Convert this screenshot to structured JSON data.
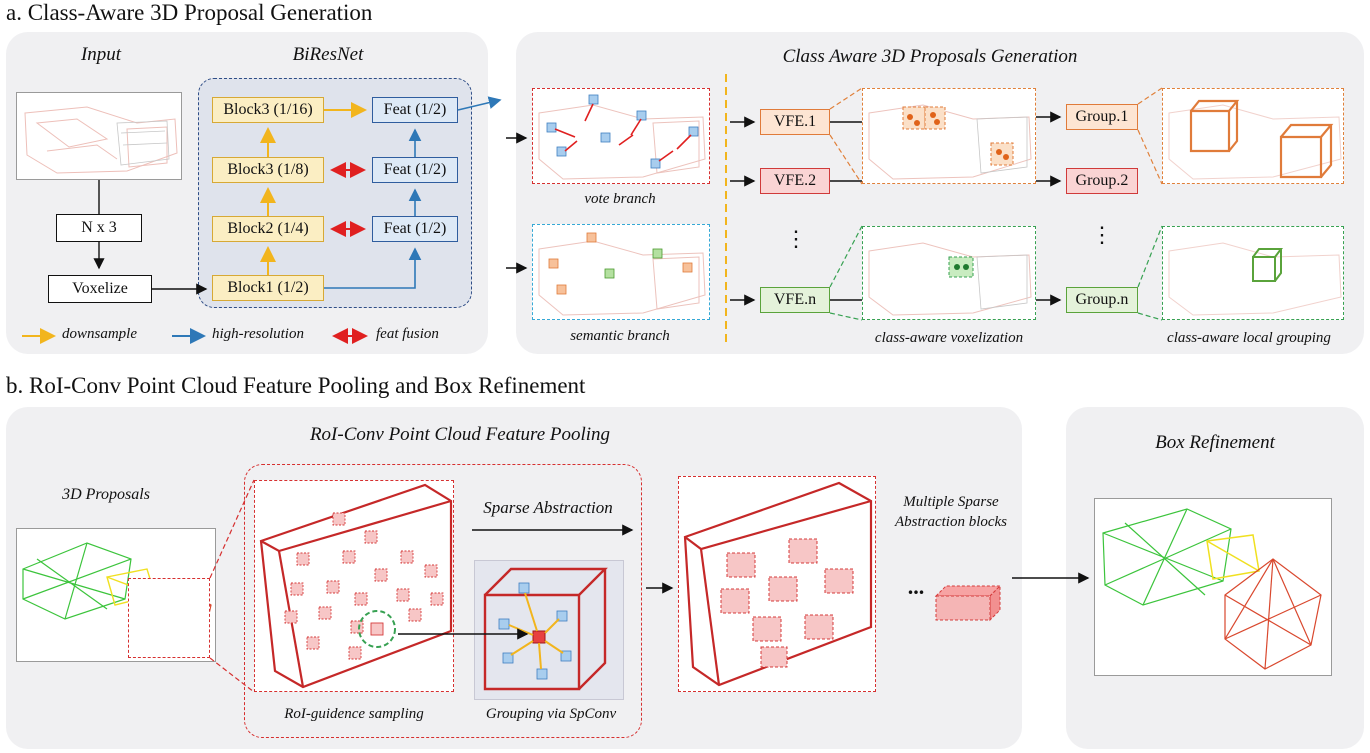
{
  "section_a": {
    "title": "a. Class-Aware 3D Proposal Generation",
    "input_label": "Input",
    "biresnet_label": "BiResNet",
    "nx3": "N x 3",
    "voxelize": "Voxelize",
    "blocks": [
      "Block3 (1/16)",
      "Block3 (1/8)",
      "Block2 (1/4)",
      "Block1 (1/2)"
    ],
    "feats": [
      "Feat (1/2)",
      "Feat (1/2)",
      "Feat (1/2)"
    ],
    "legend": {
      "downsample": "downsample",
      "high_resolution": "high-resolution",
      "feat_fusion": "feat fusion"
    },
    "cap_title": "Class Aware 3D Proposals Generation",
    "vote_branch": "vote branch",
    "semantic_branch": "semantic branch",
    "vfe": [
      "VFE.1",
      "VFE.2",
      "VFE.n"
    ],
    "groups": [
      "Group.1",
      "Group.2",
      "Group.n"
    ],
    "dots": "⋮",
    "class_aware_voxelization": "class-aware voxelization",
    "class_aware_local_grouping": "class-aware local grouping"
  },
  "section_b": {
    "title": "b. RoI-Conv Point Cloud Feature Pooling and Box Refinement",
    "pooling_title": "RoI-Conv Point Cloud Feature Pooling",
    "proposals_label": "3D Proposals",
    "sparse_abstraction": "Sparse Abstraction",
    "multiple_blocks": "Multiple Sparse Abstraction blocks",
    "ellipsis": "...",
    "roi_sampling": "RoI-guidence sampling",
    "grouping_spconv": "Grouping via SpConv",
    "box_refinement": "Box Refinement"
  },
  "colors": {
    "downsample": "#f2b51d",
    "high_resolution": "#2e78b7",
    "feat_fusion": "#e02020",
    "proposal_green": "#3cc43c",
    "proposal_yellow": "#f0e020",
    "proposal_red": "#d9482e"
  }
}
